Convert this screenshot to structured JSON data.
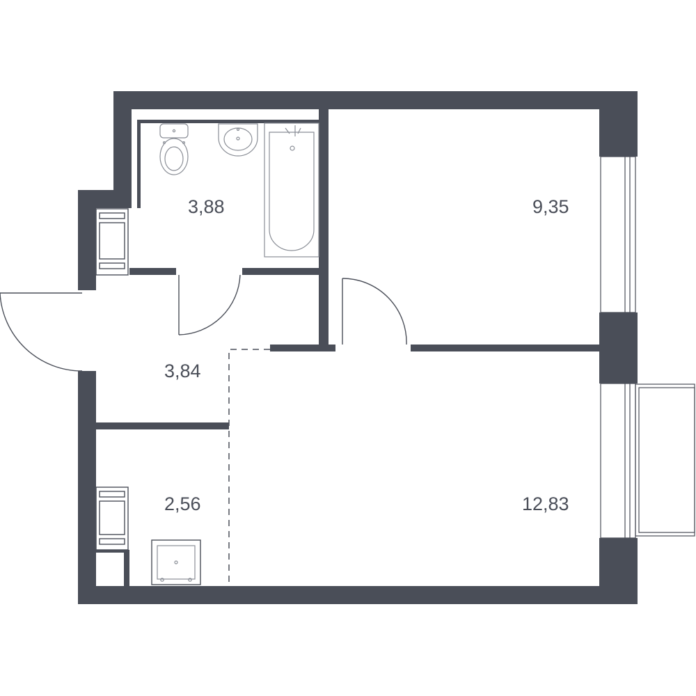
{
  "rooms": {
    "bathroom": {
      "area": "3,88"
    },
    "bedroom": {
      "area": "9,35"
    },
    "hallway": {
      "area": "3,84"
    },
    "storage": {
      "area": "2,56"
    },
    "living": {
      "area": "12,83"
    }
  },
  "colors": {
    "wall": "#4a4e58",
    "fixture": "#8a8e96",
    "background": "#ffffff"
  },
  "icons": [
    "toilet-icon",
    "sink-icon",
    "bathtub-icon",
    "shower-tray-icon",
    "radiator-icon",
    "door-swing-icon",
    "window-icon",
    "balcony-icon"
  ]
}
